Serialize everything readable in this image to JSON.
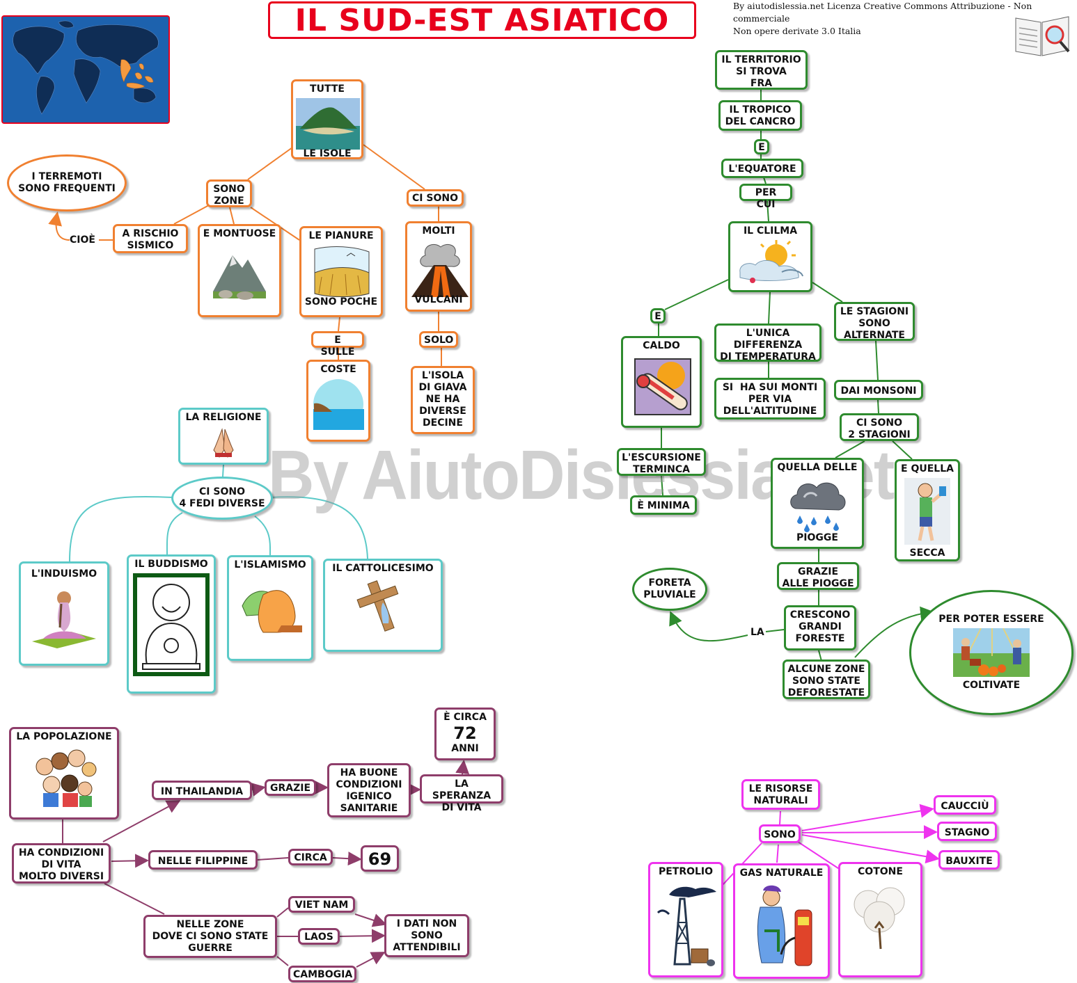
{
  "title": "IL SUD-EST ASIATICO",
  "license": {
    "line1": "By aiutodislessia.net Licenza Creative Commons Attribuzione - Non commerciale",
    "line2": "Non opere derivate 3.0 Italia"
  },
  "watermark": "By AiutoDislessia.net",
  "islands": {
    "top": "TUTTE",
    "bottom": "LE ISOLE",
    "zones_l1": "SONO",
    "zones_l2": "ZONE",
    "quake_l1": "I TERREMOTI",
    "quake_l2": "SONO FREQUENTI",
    "cioe": "CIOÈ",
    "risk_l1": "A RISCHIO",
    "risk_l2": "SISMICO",
    "mountain": "E MONTUOSE",
    "plains_top": "LE PIANURE",
    "plains_bottom": "SONO POCHE",
    "e_sulle": "E SULLE",
    "coste": "COSTE",
    "ci_sono": "CI SONO",
    "volc_top": "MOLTI",
    "volc_bottom": "VULCANI",
    "solo": "SOLO",
    "java_l1": "L'ISOLA",
    "java_l2": "DI GIAVA",
    "java_l3": "NE HA",
    "java_l4": "DIVERSE",
    "java_l5": "DECINE"
  },
  "religion": {
    "head": "LA RELIGIONE",
    "ci_l1": "CI SONO",
    "ci_l2": "4 FEDI DIVERSE",
    "r1": "L'INDUISMO",
    "r2": "IL BUDDISMO",
    "r3": "L'ISLAMISMO",
    "r4": "IL CATTOLICESIMO"
  },
  "population": {
    "head": "LA POPOLAZIONE",
    "cond_l1": "HA CONDIZIONI",
    "cond_l2": "DI VITA",
    "cond_l3": "MOLTO DIVERSI",
    "thai": "IN THAILANDIA",
    "grazie": "GRAZIE",
    "buone_l1": "HA BUONE",
    "buone_l2": "CONDIZIONI",
    "buone_l3": "IGENICO",
    "buone_l4": "SANITARIE",
    "speranza_l1": "LA SPERANZA",
    "speranza_l2": "DI VITA",
    "circa_l1": "È CIRCA",
    "circa_num": "72",
    "circa_l3": "ANNI",
    "filippine": "NELLE FILIPPINE",
    "circa": "CIRCA",
    "num69": "69",
    "guerre_l1": "NELLE ZONE",
    "guerre_l2": "DOVE CI SONO STATE",
    "guerre_l3": "GUERRE",
    "vietnam": "VIET NAM",
    "laos": "LAOS",
    "cambogia": "CAMBOGIA",
    "dati_l1": "I DATI NON",
    "dati_l2": "SONO",
    "dati_l3": "ATTENDIBILI"
  },
  "climate": {
    "terr_l1": "IL TERRITORIO",
    "terr_l2": "SI TROVA",
    "terr_l3": "FRA",
    "tropico_l1": "IL TROPICO",
    "tropico_l2": "DEL CANCRO",
    "e": "E",
    "equatore": "L'EQUATORE",
    "per_cui": "PER CUI",
    "clima": "IL CLILMA",
    "e2": "E",
    "caldo": "CALDO",
    "escursione_l1": "L'ESCURSIONE",
    "escursione_l2": "TERMINCA",
    "minima": "È MINIMA",
    "unica_l1": "L'UNICA",
    "unica_l2": "DIFFERENZA",
    "unica_l3": "DI TEMPERATURA",
    "monti_l1": "SI  HA SUI MONTI",
    "monti_l2": "PER VIA",
    "monti_l3": "DELL'ALTITUDINE",
    "stagioni_l1": "LE STAGIONI",
    "stagioni_l2": "SONO",
    "stagioni_l3": "ALTERNATE",
    "monsoni": "DAI MONSONI",
    "due_l1": "CI SONO",
    "due_l2": "2 STAGIONI",
    "piogge_top": "QUELLA DELLE",
    "piogge_bottom": "PIOGGE",
    "secca_top": "E QUELLA",
    "secca_bottom": "SECCA",
    "grazie_l1": "GRAZIE",
    "grazie_l2": "ALLE PIOGGE",
    "foreste_l1": "CRESCONO",
    "foreste_l2": "GRANDI",
    "foreste_l3": "FORESTE",
    "la": "LA",
    "pluviale_l1": "FORETA",
    "pluviale_l2": "PLUVIALE",
    "defor_l1": "ALCUNE ZONE",
    "defor_l2": "SONO STATE",
    "defor_l3": "DEFORESTATE",
    "colt_top": "PER POTER ESSERE",
    "colt_bottom": "COLTIVATE"
  },
  "resources": {
    "head_l1": "LE RISORSE",
    "head_l2": "NATURALI",
    "sono": "SONO",
    "caucciu": "CAUCCIÙ",
    "stagno": "STAGNO",
    "bauxite": "BAUXITE",
    "petrolio": "PETROLIO",
    "gas": "GAS NATURALE",
    "cotone": "COTONE"
  },
  "colors": {
    "title": "#e8001c",
    "orange": "#f08030",
    "green": "#2e8b2e",
    "teal": "#5ccac8",
    "plum": "#8e3d6a",
    "magenta": "#ee33ee"
  }
}
